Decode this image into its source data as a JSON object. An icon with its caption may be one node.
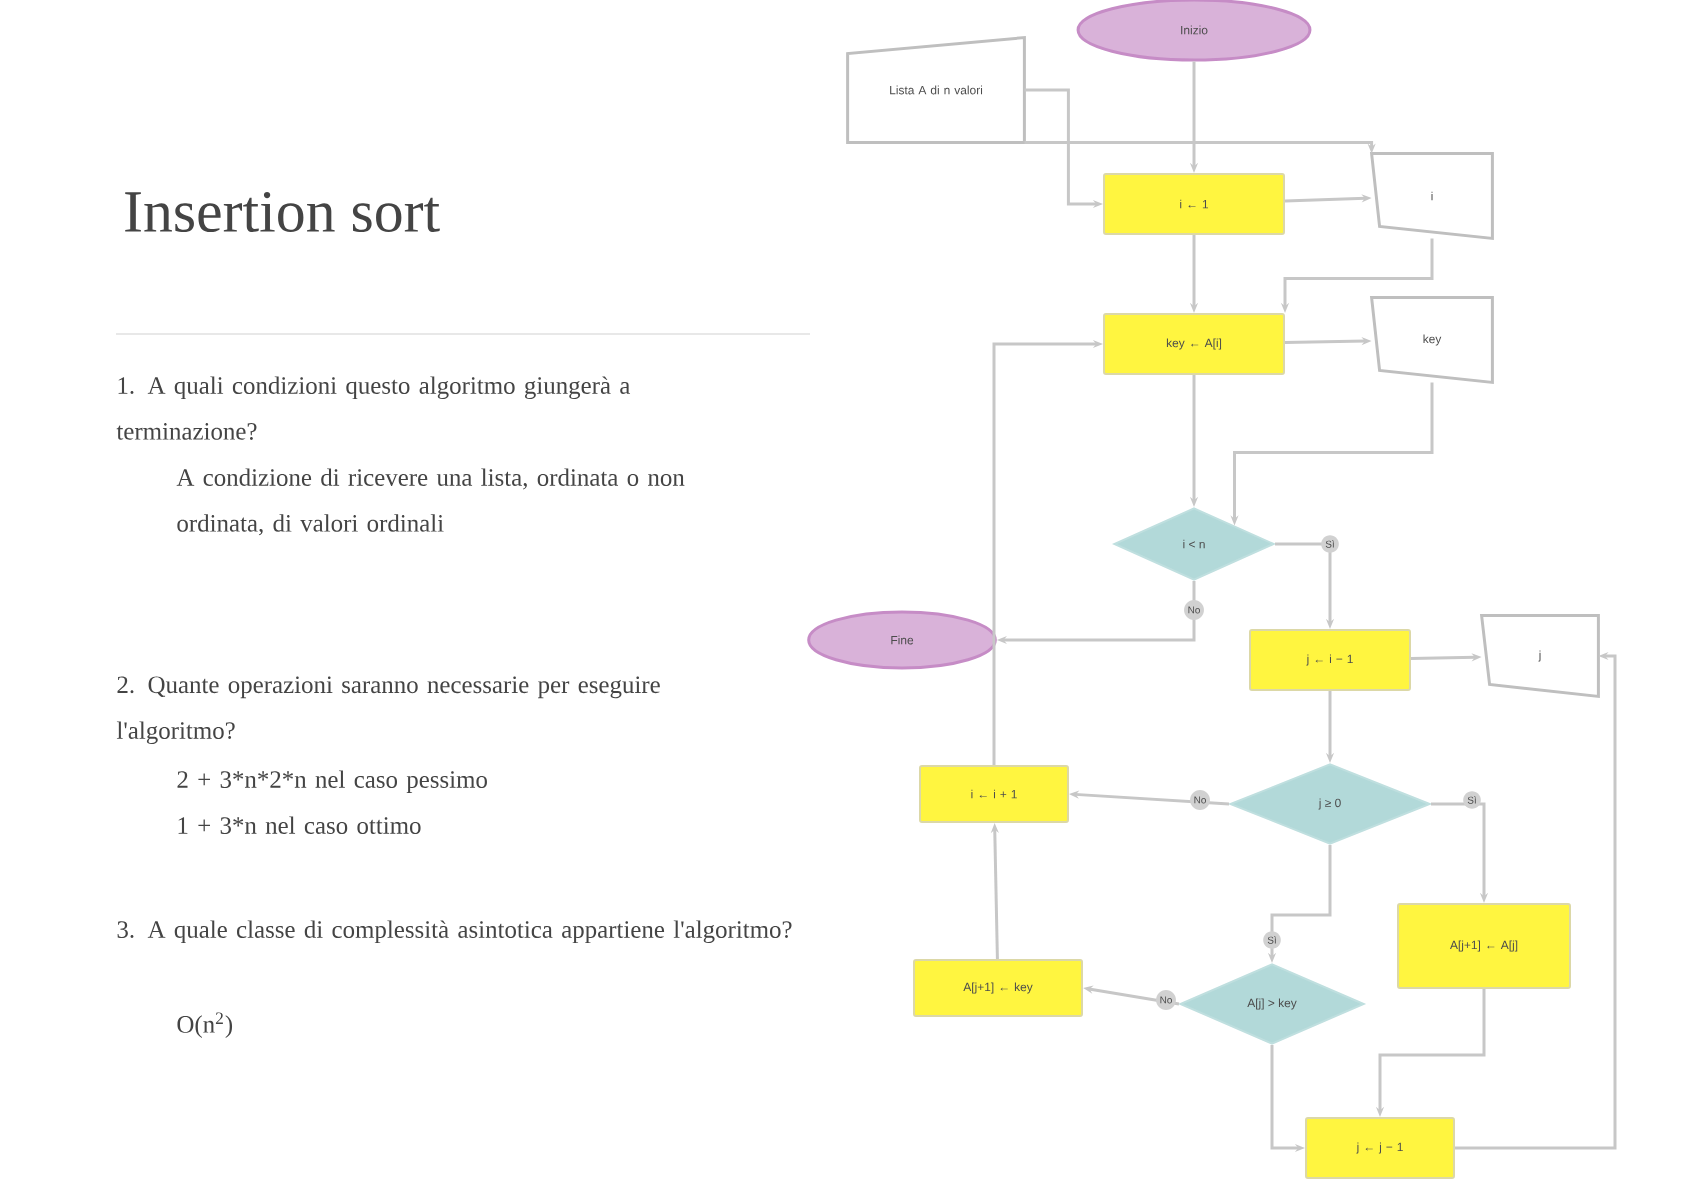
{
  "diagram": {
    "title": "Insertion sort",
    "nodes": [
      {
        "text": [
          "Inizio"
        ]
      },
      {
        "text": [
          "Lista A di n valori"
        ]
      },
      {
        "text": [
          "i ← 1"
        ]
      },
      {
        "text": [
          "i"
        ]
      },
      {
        "text": [
          "key ← A[i]"
        ]
      },
      {
        "text": [
          "key"
        ]
      },
      {
        "text": [
          "i < n"
        ]
      },
      {
        "text": [
          "Fine"
        ]
      },
      {
        "text": [
          "j ← i − 1"
        ]
      },
      {
        "text": [
          "j"
        ]
      },
      {
        "text": [
          "j ≥ 0"
        ]
      },
      {
        "text": [
          "i ← i + 1"
        ]
      },
      {
        "text": [
          "A[j+1] ← A[j]"
        ]
      },
      {
        "text": [
          "A[j] > key"
        ]
      },
      {
        "text": [
          "A[j+1] ← key"
        ]
      },
      {
        "text": [
          "j ← j − 1"
        ]
      }
    ],
    "edges": [
      {
        "from": 0,
        "to": 2,
        "arrow": "to"
      },
      {
        "from": 1,
        "to": 2,
        "arrow": "to"
      },
      {
        "from": 1,
        "to": 3,
        "arrow": "to"
      },
      {
        "from": 2,
        "to": 3,
        "arrow": "to"
      },
      {
        "from": 2,
        "to": 4,
        "arrow": "to"
      },
      {
        "from": 4,
        "to": 5,
        "arrow": "to"
      },
      {
        "from": 4,
        "to": 6,
        "arrow": "to"
      },
      {
        "from": 5,
        "to": 6,
        "arrow": "to"
      },
      {
        "from": 6,
        "to": 8,
        "arrow": "to",
        "label": "Sì"
      },
      {
        "from": 6,
        "to": 7,
        "arrow": "to",
        "label": "No"
      },
      {
        "from": 8,
        "to": 9,
        "arrow": "to"
      },
      {
        "from": 8,
        "to": 10,
        "arrow": "to"
      },
      {
        "from": 10,
        "to": 11,
        "arrow": "to",
        "label": "No"
      },
      {
        "from": 10,
        "to": 12,
        "arrow": "to",
        "label": "Sì"
      },
      {
        "from": 10,
        "to": 13,
        "arrow": "to",
        "label": "Sì"
      },
      {
        "from": 13,
        "to": 14,
        "arrow": "to",
        "label": "No"
      },
      {
        "from": 13,
        "to": 15,
        "arrow": "to"
      },
      {
        "from": 12,
        "to": 15,
        "arrow": "to"
      },
      {
        "from": 15,
        "to": 9,
        "arrow": "to"
      },
      {
        "from": 14,
        "to": 11,
        "arrow": "to"
      },
      {
        "from": 11,
        "to": 4,
        "arrow": "to"
      },
      {
        "from": 3,
        "to": 4,
        "arrow": "to"
      }
    ],
    "labels": [
      "1. A quali condizioni questo algoritmo giungerà a terminazione?",
      "A condizione di ricevere una lista, ordinata o non ordinata, di valori ordinali",
      "2. Quante operazioni saranno necessarie per eseguire l'algoritmo?",
      "2 + 3*n*2*n nel caso pessimo",
      "1 + 3*n nel caso ottimo",
      "3. A quale classe di complessità asintotica appartiene l'algoritmo?",
      "O(n$^{2}$)"
    ]
  }
}
